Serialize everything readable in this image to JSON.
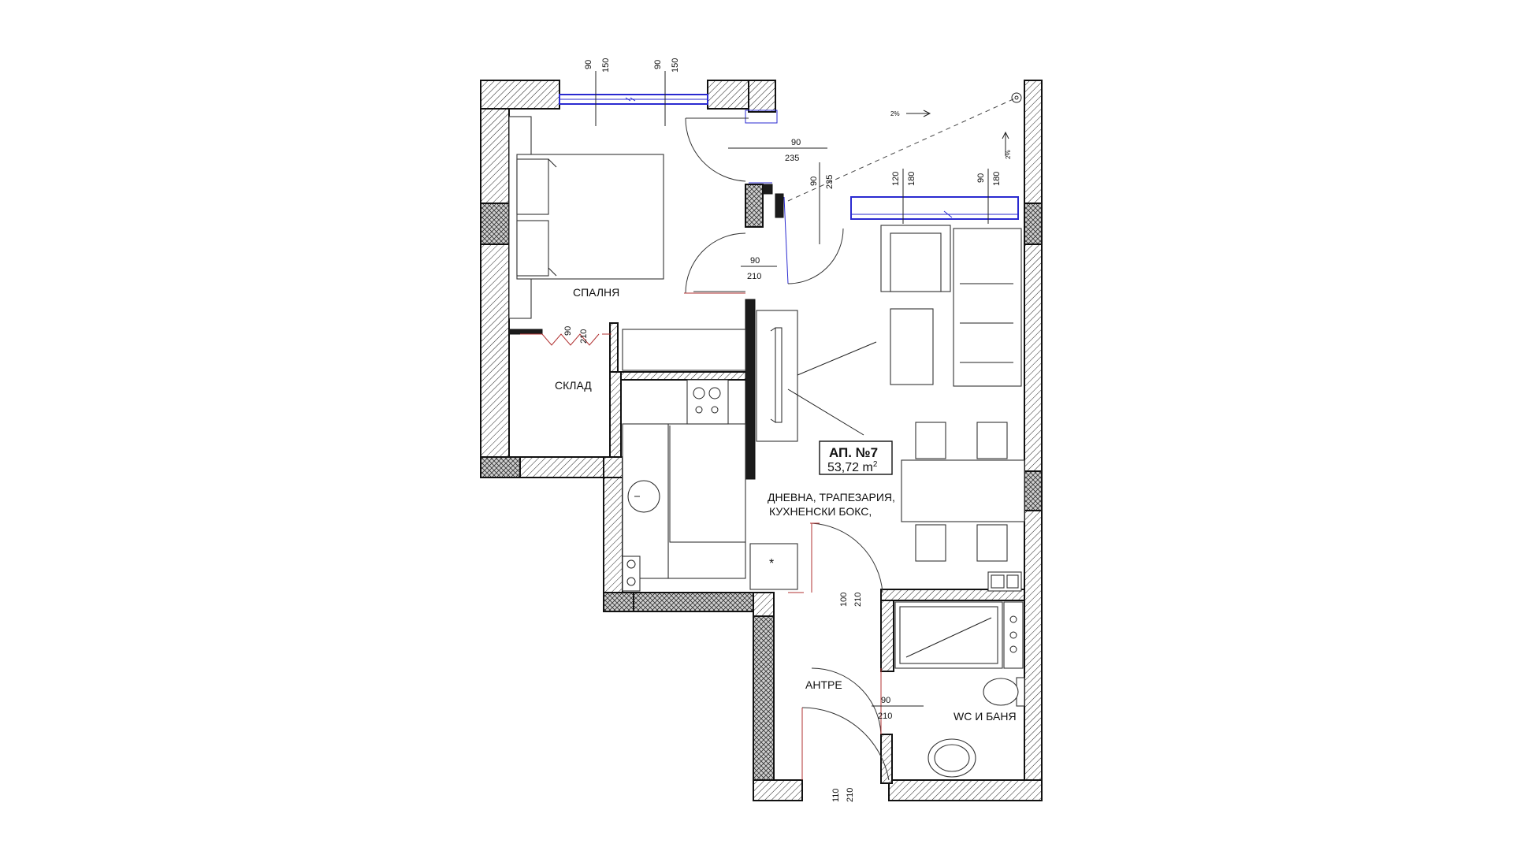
{
  "apartment": {
    "title": "АП. №7",
    "area_value": "53,72 m",
    "area_exponent": "2"
  },
  "rooms": {
    "bedroom": "СПАЛНЯ",
    "storage": "СКЛАД",
    "living_line1": "ДНЕВНА, ТРАПЕЗАРИЯ,",
    "living_line2": "КУХНЕНСКИ БОКС,",
    "hall": "АНТРЕ",
    "bathroom": "WC И БАНЯ"
  },
  "dimensions": {
    "win_bed_left_w": "90",
    "win_bed_left_h": "150",
    "win_bed_right_w": "90",
    "win_bed_right_h": "150",
    "terrace_door_w": "90",
    "terrace_door_h": "235",
    "balcony_door_w": "90",
    "balcony_door_h": "235",
    "win_living_left_w": "120",
    "win_living_left_h": "180",
    "win_living_right_w": "90",
    "win_living_right_h": "180",
    "bed_door_w": "90",
    "bed_door_h": "210",
    "storage_door_w": "90",
    "storage_door_h": "210",
    "living_door_w": "100",
    "living_door_h": "210",
    "bath_door_w": "90",
    "bath_door_h": "210",
    "entry_door_w": "110",
    "entry_door_h": "210",
    "slope_1": "2%",
    "slope_2": "2%"
  },
  "symbols": {
    "asterisk": "*"
  }
}
